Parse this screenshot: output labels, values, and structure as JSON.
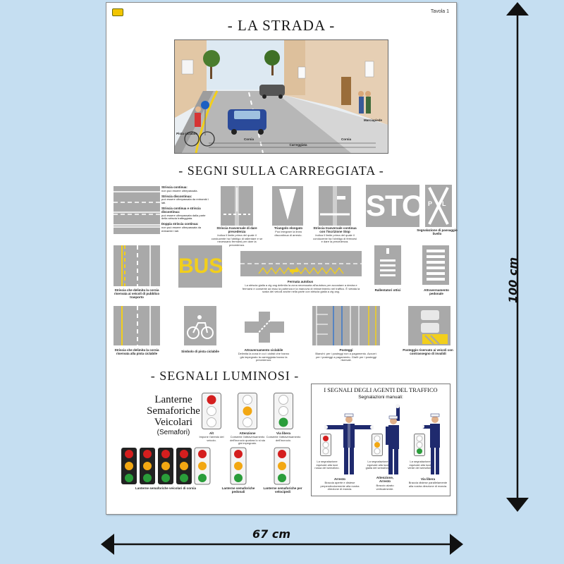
{
  "poster": {
    "tavola": "Tavola 1",
    "title_strada": "- LA STRADA -",
    "title_segni": "- SEGNI SULLA CARREGGIATA -",
    "title_luminosi": "- SEGNALI LUMINOSI -"
  },
  "scene": {
    "pista_ciclabile": "Pista ciclabile",
    "corsia_left": "Corsia",
    "corsia_right": "Corsia",
    "carreggiata": "Carreggiata",
    "marciapiede": "Marciapiede"
  },
  "stripes_legend": [
    {
      "title": "Striscia continua:",
      "text": "non può essere oltrepassata."
    },
    {
      "title": "Striscia discontinua:",
      "text": "può essere oltrepassata da entrambi i lati."
    },
    {
      "title": "Striscia continua e striscia discontinua:",
      "text": "può essere oltrepassata dalla parte della striscia tratteggiata."
    },
    {
      "title": "Doppia striscia continua:",
      "text": "non può essere oltrepassata da entrambi i lati."
    }
  ],
  "markings_row1": {
    "stop_word": "STOP",
    "pl_word": "PL",
    "c1": "Striscia trasversale di dare precedenza",
    "c1_sub": "Indica il limite prima del quale il conducente ha l'obbligo di rallentare e se necessario fermarsi per dare la precedenza.",
    "c2": "Triangolo elongato",
    "c2_sub": "Può integrare la linea discontinua di arresto.",
    "c3": "Striscia trasversale continua con l'iscrizione Stop",
    "c3_sub": "Indica il limite prima del quale il conducente ha l'obbligo di fermarsi e dare la precedenza.",
    "c4": "Segnalazione di passaggio livello"
  },
  "markings_row2": {
    "bus_word": "BUS",
    "c1": "Striscia che delimita la corsia riservata ai veicoli di pubblico trasporto",
    "c2": "Fermata autobus",
    "c2_sub": "La striscia gialla a zig zag delimita la zona necessaria all'autobus per accostare a destra e fermarsi e consente ad esso la partenza e la manovra di reinserimento nel traffico. È vietata la sosta dei veicoli anche nella parte con striscia gialla a zig zag.",
    "c3": "Rallentatori ottici",
    "c4": "Attraversamento pedonale"
  },
  "markings_row3": {
    "c1": "Striscia che delimita la corsia riservata alla pista ciclabile",
    "c2": "Simbolo di pista ciclabile",
    "c3": "Attraversamento ciclabile",
    "c3_sub": "Delimita la zona in cui i ciclisti che hanno già impegnato la carreggiata hanno la precedenza.",
    "c4": "Posteggi",
    "c4_sub": "Bianchi: per i posteggi non a pagamento. Azzurri: per i posteggi a pagamento. Gialli: per i posteggi riservati.",
    "c5": "Posteggio riservato ai veicoli con contrassegno di invalidi"
  },
  "lanterne": {
    "title": "Lanterne Semaforiche Veicolari",
    "sub": "(Semafori)",
    "alt": "Alt",
    "alt_sub": "Impone l'arresto del veicolo.",
    "attenzione": "Attenzione",
    "attenzione_sub": "Consente l'attraversamento dell'incrocio qualora lo si sia già impegnato.",
    "via_libera": "Via libera",
    "via_libera_sub": "Consente l'attraversamento dell'incrocio.",
    "corsia_caption": "Lanterne semaforiche veicolari di corsia",
    "pedonali_caption": "Lanterne semaforiche pedonali",
    "velocipedi_caption": "Lanterne semaforiche per velocipedi"
  },
  "agents": {
    "title": "I SEGNALI DEGLI AGENTI DEL TRAFFICO",
    "subtitle": "Segnalazioni manuali:",
    "s1": "La segnalazione equivale alla luce rossa del semaforo.",
    "s2": "La segnalazione equivale alla luce gialla del semaforo.",
    "s3": "La segnalazione equivale alla luce verde del semaforo.",
    "a1": "Arresto",
    "a1_sub": "Braccia aperte e distese perpendicolarmente alla nostra direzione di marcia.",
    "a2": "Attenzione, Arresto",
    "a2_sub": "Braccio alzato verticalmente.",
    "a3": "Via libera",
    "a3_sub": "Braccia distese parallelamente alla nostra direzione di marcia."
  },
  "dimensions": {
    "height": "100 cm",
    "width": "67 cm"
  },
  "colors": {
    "background": "#c5def1",
    "bus_yellow": "#f2cf1c",
    "road_gray": "#a9a9a9",
    "uniform_blue": "#1f2a6e",
    "red": "#d41e1e",
    "amber": "#f2a712",
    "green": "#2a9d3a"
  }
}
